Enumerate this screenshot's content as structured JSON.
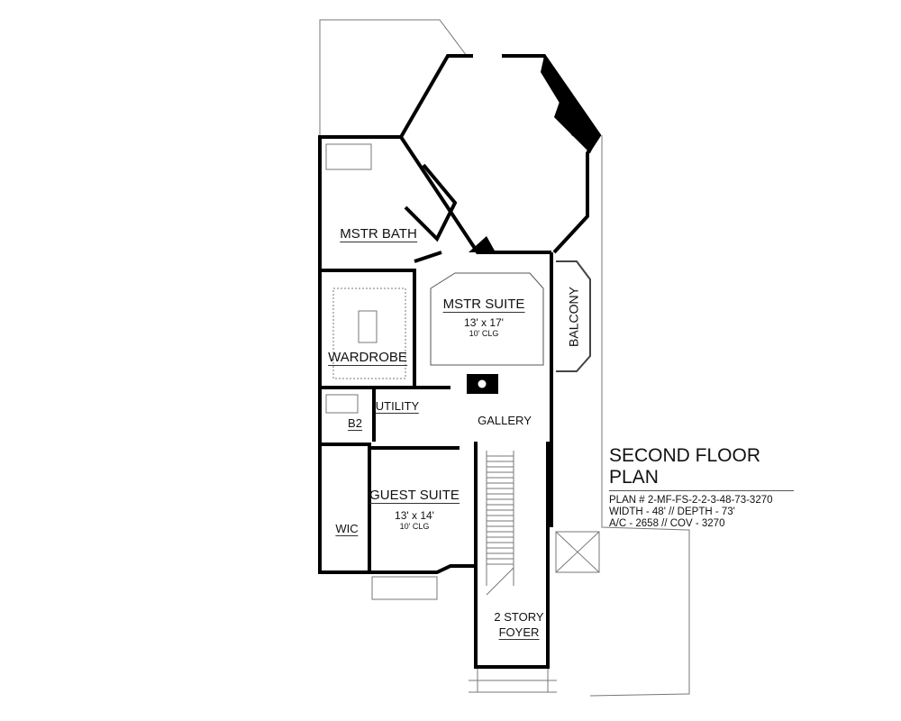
{
  "title_block": {
    "title": "SECOND FLOOR PLAN",
    "plan_number": "PLAN # 2-MF-FS-2-2-3-48-73-3270",
    "dimensions": "WIDTH - 48' // DEPTH - 73'",
    "area": "A/C - 2658 // COV - 3270"
  },
  "rooms": {
    "mstr_bath": {
      "name": "MSTR BATH"
    },
    "wardrobe": {
      "name": "WARDROBE"
    },
    "mstr_suite": {
      "name": "MSTR SUITE",
      "size": "13' x 17'",
      "ceiling": "10' CLG"
    },
    "balcony": {
      "name": "BALCONY"
    },
    "utility": {
      "name": "UTILITY"
    },
    "b2": {
      "name": "B2"
    },
    "gallery": {
      "name": "GALLERY"
    },
    "guest_suite": {
      "name": "GUEST SUITE",
      "size": "13' x 14'",
      "ceiling": "10' CLG"
    },
    "wic": {
      "name": "WIC"
    },
    "foyer": {
      "line1": "2 STORY",
      "line2": "FOYER"
    }
  },
  "colors": {
    "wall": "#000000",
    "thin": "#666666"
  }
}
